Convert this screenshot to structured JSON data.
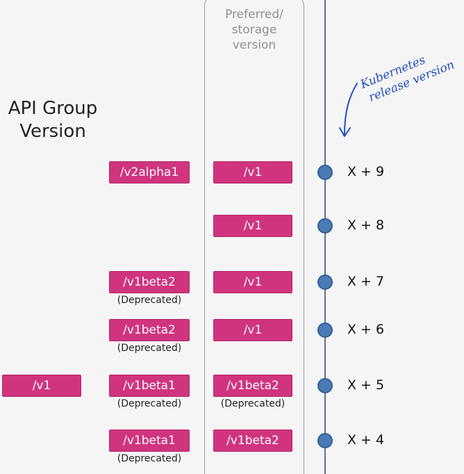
{
  "preferred_header": "Preferred/\nstorage\nversion",
  "api_group_title": "API Group\nVersion",
  "annotation": {
    "line1": "Kubernetes",
    "line2": "release version"
  },
  "deprecated_label": "(Deprecated)",
  "colors": {
    "version_box": "#d0347e",
    "timeline_dot": "#4a7bb5",
    "annotation_ink": "#1f4fbf"
  },
  "releases": [
    {
      "label": "X + 9",
      "other_versions": [
        {
          "name": "/v2alpha1",
          "deprecated": false
        }
      ],
      "preferred": {
        "name": "/v1",
        "deprecated": false
      }
    },
    {
      "label": "X + 8",
      "other_versions": [],
      "preferred": {
        "name": "/v1",
        "deprecated": false
      }
    },
    {
      "label": "X + 7",
      "other_versions": [
        {
          "name": "/v1beta2",
          "deprecated": true
        }
      ],
      "preferred": {
        "name": "/v1",
        "deprecated": false
      }
    },
    {
      "label": "X + 6",
      "other_versions": [
        {
          "name": "/v1beta2",
          "deprecated": true
        }
      ],
      "preferred": {
        "name": "/v1",
        "deprecated": false
      }
    },
    {
      "label": "X + 5",
      "other_versions": [
        {
          "name": "/v1",
          "deprecated": false
        },
        {
          "name": "/v1beta1",
          "deprecated": true
        }
      ],
      "preferred": {
        "name": "/v1beta2",
        "deprecated": true
      }
    },
    {
      "label": "X + 4",
      "other_versions": [
        {
          "name": "/v1beta1",
          "deprecated": true
        }
      ],
      "preferred": {
        "name": "/v1beta2",
        "deprecated": false
      }
    }
  ]
}
